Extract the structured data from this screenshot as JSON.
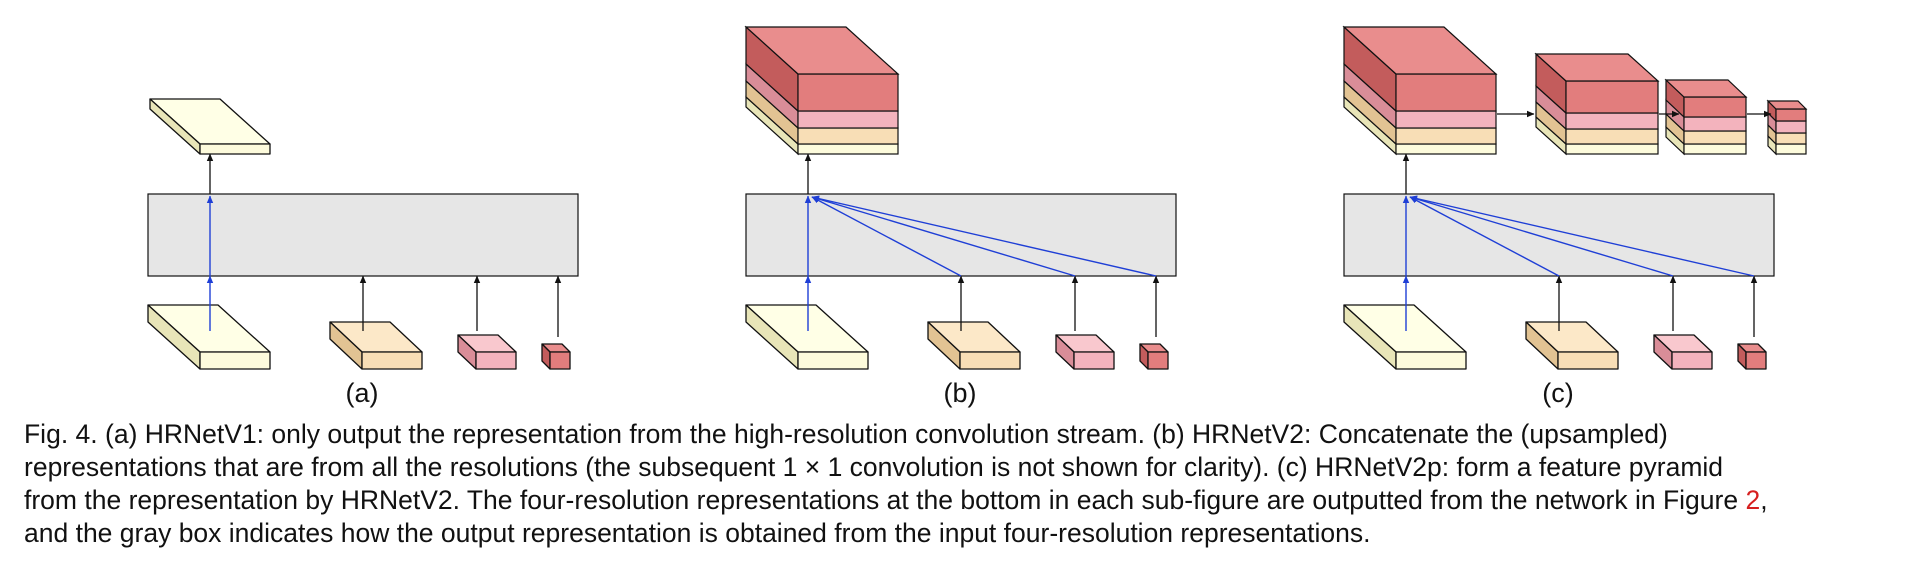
{
  "colors": {
    "c1_front": "#fdfbdc",
    "c1_top": "#ffffe6",
    "c1_side": "#e8e5b8",
    "c2_front": "#f8deb6",
    "c2_top": "#fce8c8",
    "c2_side": "#e2c393",
    "c3_front": "#f3b3bd",
    "c3_top": "#f9c8ce",
    "c3_side": "#d98d98",
    "c4_front": "#e27d7d",
    "c4_top": "#e98d8d",
    "c4_side": "#c35c5c",
    "gray_box": "#e6e6e6",
    "arrow_black": "#111111",
    "arrow_blue": "#1f3fd6",
    "reference": "#d61f1f"
  },
  "subfigures": [
    {
      "id": "a",
      "label": "(a)"
    },
    {
      "id": "b",
      "label": "(b)"
    },
    {
      "id": "c",
      "label": "(c)"
    }
  ],
  "caption": {
    "lines": [
      "Fig. 4.  (a) HRNetV1: only output the representation from the high-resolution convolution stream. (b) HRNetV2: Concatenate the (upsampled)",
      "representations that are from all the resolutions (the subsequent 1 × 1 convolution is not shown for clarity). (c) HRNetV2p: form a feature pyramid",
      "from the representation by HRNetV2. The four-resolution representations at the bottom in each sub-figure are outputted from the network in Figure ",
      "and the gray box indicates how the output representation is obtained from the input four-resolution representations."
    ],
    "figure_ref": "2",
    "figure_ref_suffix": ","
  }
}
